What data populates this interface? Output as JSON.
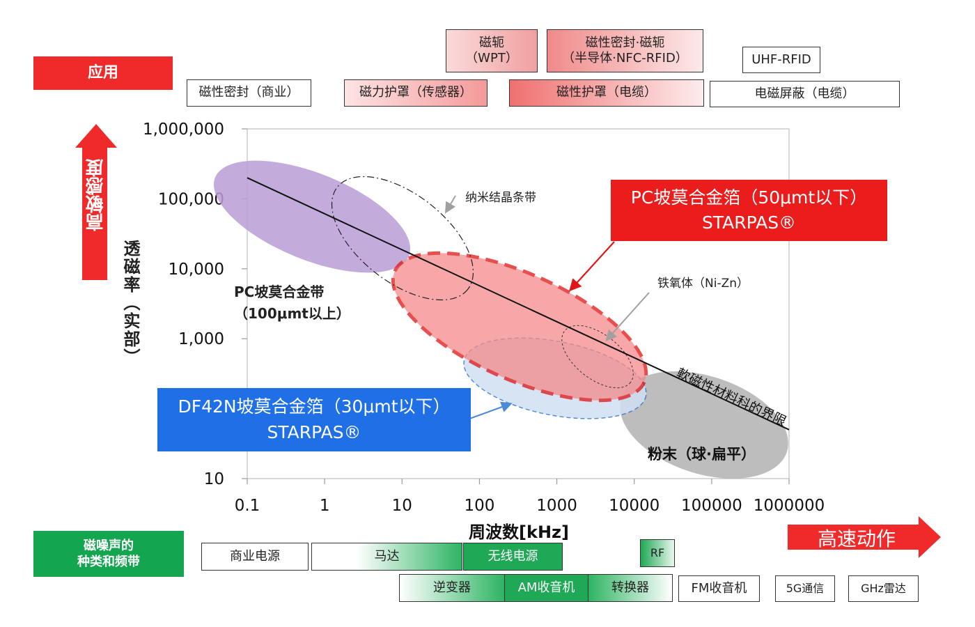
{
  "applications": {
    "label": "应用",
    "row_top": [
      {
        "text": "磁轭\n（WPT）"
      },
      {
        "text": "磁性密封·磁轭\n（半导体·NFC-RFID）"
      },
      {
        "text": "UHF-RFID"
      }
    ],
    "row_bottom": [
      {
        "text": "磁性密封（商业）"
      },
      {
        "text": "磁力护罩（传感器）"
      },
      {
        "text": "磁性护罩（电缆）"
      },
      {
        "text": "电磁屏蔽（电缆）"
      }
    ]
  },
  "noise": {
    "label": "磁噪声的\n种类和频带",
    "row1": [
      {
        "text": "商业电源"
      },
      {
        "text": "马达"
      },
      {
        "text": "无线电源"
      },
      {
        "text": "RF"
      }
    ],
    "row2": [
      {
        "text": "逆变器"
      },
      {
        "text": "AM收音机"
      },
      {
        "text": "转换器"
      },
      {
        "text": "FM收音机"
      },
      {
        "text": "5G通信"
      },
      {
        "text": "GHz雷达"
      }
    ]
  },
  "left_arrow_label": "高敏感度",
  "right_arrow_label": "高速动作",
  "callouts": {
    "pc_foil": "PC坡莫合金箔（50μmt以下）\nSTARPAS®",
    "df42n_foil": "DF42N坡莫合金箔（30μmt以下）\nSTARPAS®"
  },
  "chart_data": {
    "type": "scatter",
    "x_scale": "log",
    "y_scale": "log",
    "xlabel": "周波数[kHz]",
    "ylabel": "透磁率（实部）",
    "xlim": [
      0.1,
      1000000
    ],
    "ylim": [
      10,
      1000000
    ],
    "x_ticks": [
      "0.1",
      "1",
      "10",
      "100",
      "1000",
      "10000",
      "100000",
      "1000000"
    ],
    "y_ticks": [
      "1,000,000",
      "100,000",
      "10,000",
      "1,000",
      "10"
    ],
    "grid": false,
    "limit_line": {
      "label": "軟磁性材料科的界限",
      "from": [
        0.1,
        200000
      ],
      "to": [
        1000000,
        50
      ]
    },
    "regions": [
      {
        "name": "PC坡莫合金带\n（100μmt以上）",
        "color": "#b89ed6"
      },
      {
        "name": "纳米结晶条带",
        "color": "#333333"
      },
      {
        "name": "PC坡莫合金箔",
        "color": "#f58a8a"
      },
      {
        "name": "DF42N坡莫合金箔",
        "color": "#cfe0f3"
      },
      {
        "name": "铁氧体（Ni-Zn）",
        "color": "#555555"
      },
      {
        "name": "粉末（球·扁平）",
        "color": "#bdbdbd"
      }
    ]
  }
}
